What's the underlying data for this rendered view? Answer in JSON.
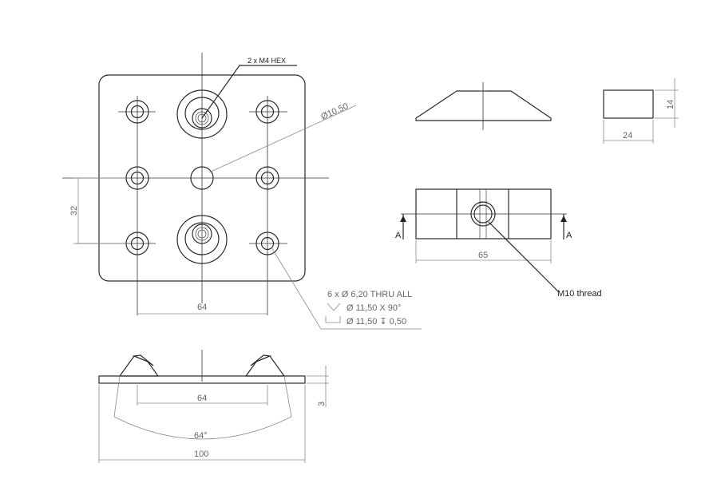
{
  "labels": {
    "hex_callout": "2 x M4 HEX",
    "dia_callout": "Ø10,50",
    "dim_32": "32",
    "dim_64_top": "64",
    "hole_line1": "6 x Ø 6,20 THRU ALL",
    "hole_line2": "Ø 11,50 X 90°",
    "hole_line3": "Ø 11,50 ↧ 0,50",
    "dim_64_side": "64",
    "dim_3": "3",
    "dim_angle": "64°",
    "dim_100": "100",
    "dim_14": "14",
    "dim_24": "24",
    "dim_65": "65",
    "section_a_left": "A",
    "section_a_right": "A",
    "thread_callout": "M10 thread"
  }
}
